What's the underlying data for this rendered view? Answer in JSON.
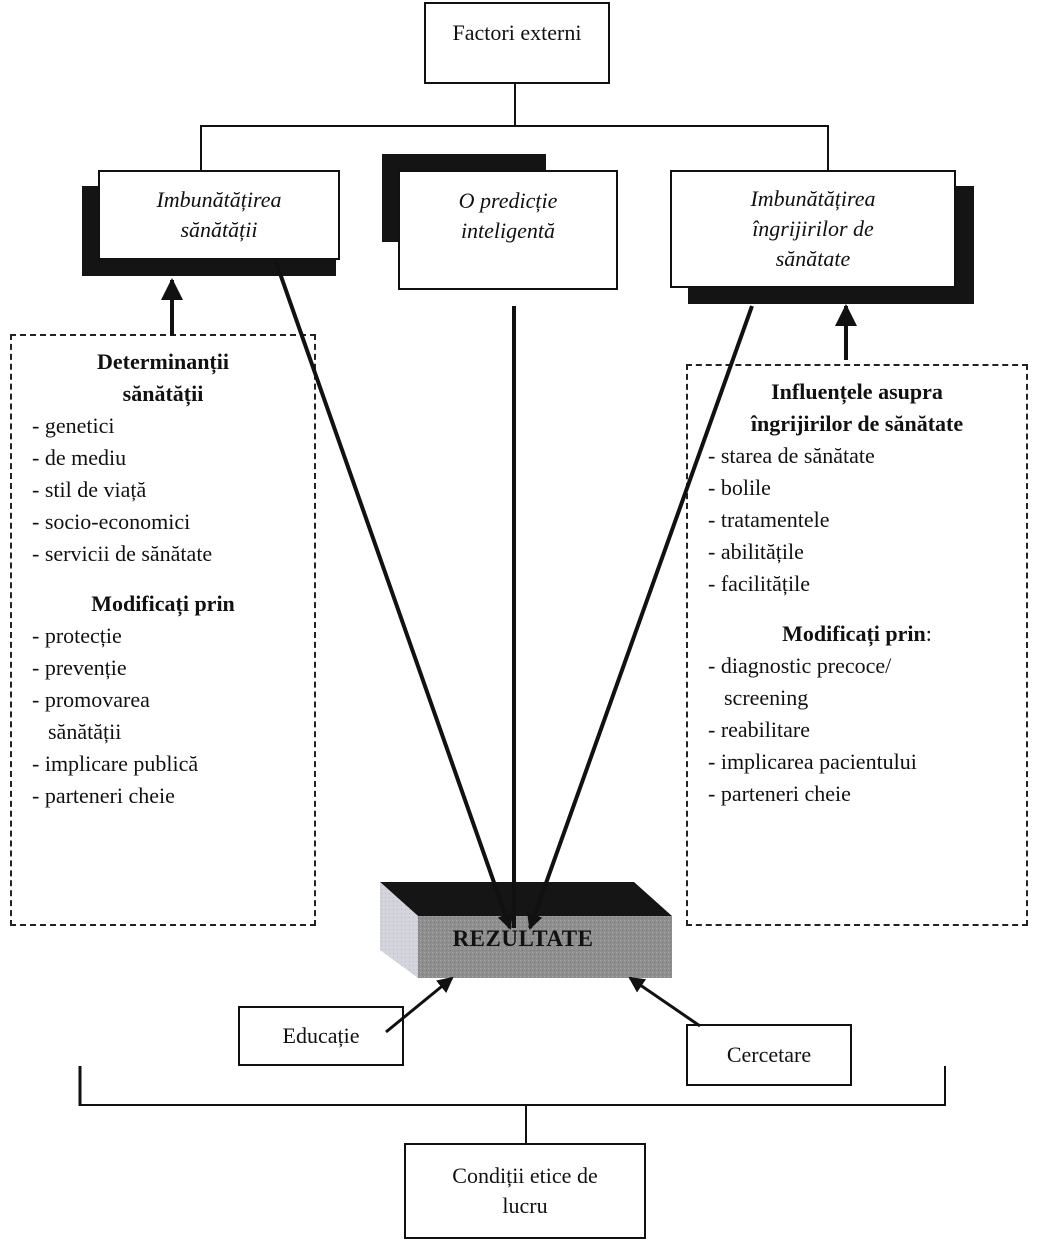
{
  "diagram": {
    "top_node": "Factori externi",
    "branches": [
      {
        "label_lines": [
          "Imbunătățirea",
          "sănătății"
        ]
      },
      {
        "label_lines": [
          "O predicție",
          "inteligentă"
        ]
      },
      {
        "label_lines": [
          "Imbunătățirea",
          "îngrijirilor de",
          "sănătate"
        ]
      }
    ],
    "left_panel": {
      "heading_lines": [
        "Determinanții",
        "sănătății"
      ],
      "items": [
        "- genetici",
        "- de mediu",
        "- stil de viață",
        "- socio-economici",
        "- servicii de sănătate"
      ],
      "modified_heading": "Modificați prin",
      "modified_items": [
        "- protecție",
        "- prevenție",
        "- promovarea",
        "sănătății",
        "- implicare publică",
        "- parteneri cheie"
      ]
    },
    "right_panel": {
      "heading_lines": [
        "Influențele asupra",
        "îngrijirilor de sănătate"
      ],
      "items": [
        "- starea de sănătate",
        "- bolile",
        "- tratamentele",
        "- abilitățile",
        "- facilitățile"
      ],
      "modified_heading": "Modificați prin",
      "modified_suffix": ":",
      "modified_items": [
        "- diagnostic precoce/",
        "screening",
        "- reabilitare",
        "- implicarea pacientului",
        "- parteneri cheie"
      ]
    },
    "result": "REZULTATE",
    "inputs": [
      "Educație",
      "Cercetare"
    ],
    "bottom_node_lines": [
      "Condiții etice de",
      "lucru"
    ]
  }
}
